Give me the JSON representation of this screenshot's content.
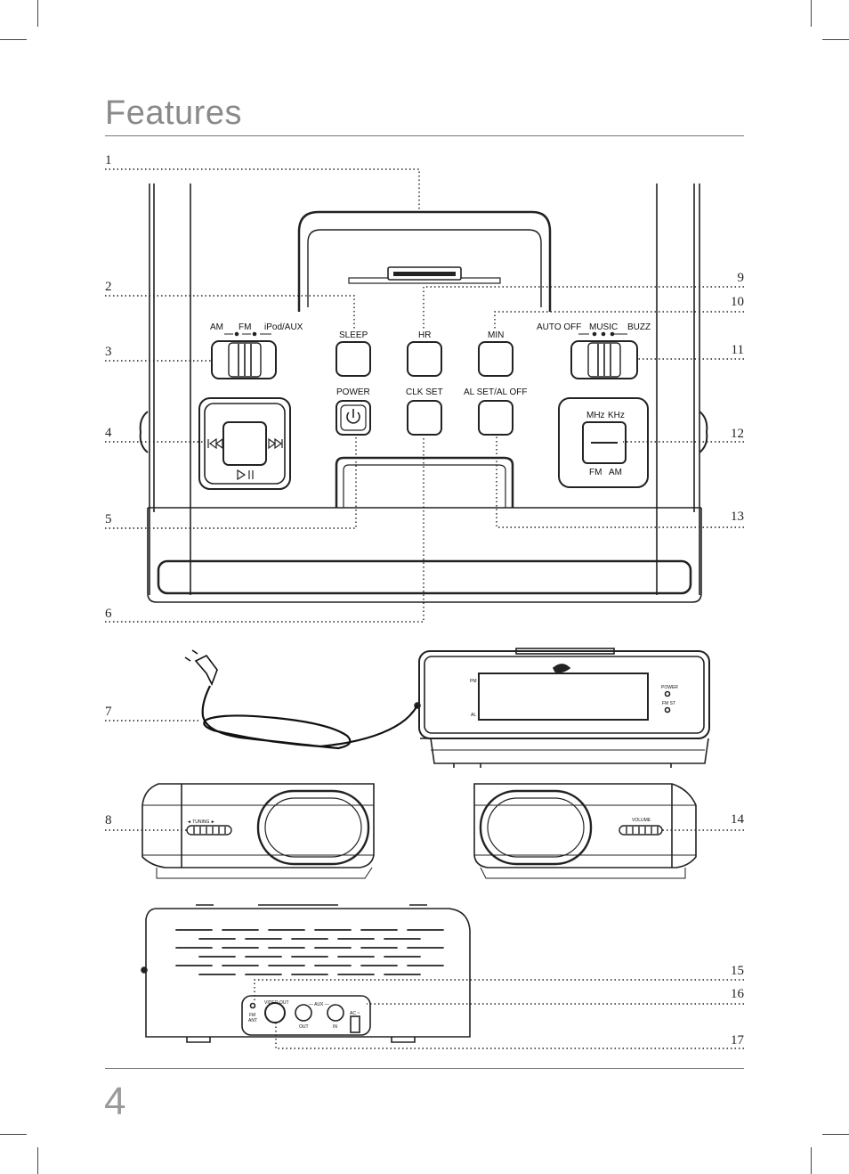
{
  "page": {
    "title": "Features",
    "page_number": "4"
  },
  "callouts": [
    "1",
    "2",
    "3",
    "4",
    "5",
    "6",
    "7",
    "8",
    "9",
    "10",
    "11",
    "12",
    "13",
    "14",
    "15",
    "16",
    "17"
  ],
  "front_panel": {
    "mode_switch": {
      "am": "AM",
      "fm": "FM",
      "ipod": "iPod/AUX"
    },
    "buttons": {
      "sleep": "SLEEP",
      "hr": "HR",
      "min": "MIN",
      "power": "POWER",
      "clk_set": "CLK SET",
      "al_set": "AL SET/AL OFF"
    },
    "alarm_switch": {
      "auto_off": "AUTO OFF",
      "music": "MUSIC",
      "buzz": "BUZZ"
    },
    "band_switch": {
      "mhz": "MHz",
      "khz": "KHz",
      "fm": "FM",
      "am": "AM"
    }
  },
  "clock_unit": {
    "power": "POWER",
    "fm_st": "FM ST",
    "pm": "PM",
    "al": "AL"
  },
  "side": {
    "tuning": "◄ TUNING ►",
    "volume": "VOLUME"
  },
  "rear": {
    "video_out": "VIDEO OUT",
    "aux": "— AUX —",
    "fm_ant_1": "FM",
    "fm_ant_2": "ANT",
    "out": "OUT",
    "in": "IN",
    "ac": "AC ~"
  }
}
